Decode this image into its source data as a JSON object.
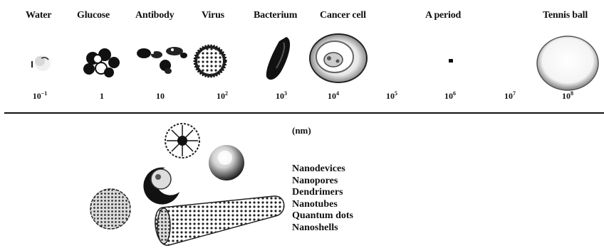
{
  "scale": {
    "items": [
      {
        "label": "Water",
        "tick_base": "10",
        "tick_exp": "−1",
        "icon": "water-molecule-icon"
      },
      {
        "label": "Glucose",
        "tick_base": "1",
        "tick_exp": "",
        "icon": "glucose-molecule-icon"
      },
      {
        "label": "Antibody",
        "tick_base": "10",
        "tick_exp": "",
        "icon": "antibody-icon"
      },
      {
        "label": "Virus",
        "tick_base": "10",
        "tick_exp": "2",
        "icon": "virus-icon"
      },
      {
        "label": "Bacterium",
        "tick_base": "10",
        "tick_exp": "3",
        "icon": "bacterium-icon"
      },
      {
        "label": "Cancer cell",
        "tick_base": "10",
        "tick_exp": "4",
        "icon": "cancer-cell-icon"
      },
      {
        "label": "",
        "tick_base": "10",
        "tick_exp": "5",
        "icon": ""
      },
      {
        "label": "A period",
        "tick_base": "10",
        "tick_exp": "6",
        "icon": "period-dot-icon"
      },
      {
        "label": "",
        "tick_base": "10",
        "tick_exp": "7",
        "icon": ""
      },
      {
        "label": "Tennis ball",
        "tick_base": "10",
        "tick_exp": "8",
        "icon": "tennis-ball-icon"
      }
    ],
    "unit": "(nm)"
  },
  "nanomaterials": [
    "Nanodevices",
    "Nanopores",
    "Dendrimers",
    "Nanotubes",
    "Quantum dots",
    "Nanoshells"
  ],
  "colors": {
    "ink": "#111111",
    "background": "#ffffff"
  }
}
